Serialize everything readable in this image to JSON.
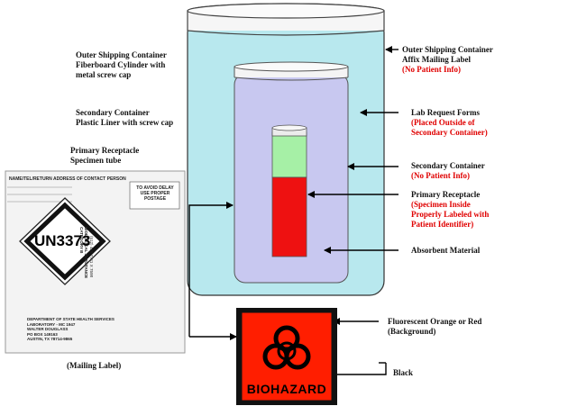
{
  "left_labels": {
    "outer_container": [
      "Outer Shipping Container",
      "Fiberboard Cylinder with",
      "metal screw cap"
    ],
    "secondary_container": [
      "Secondary Container",
      "Plastic Liner with screw cap"
    ],
    "primary_receptacle": [
      "Primary Receptacle",
      "Specimen tube"
    ]
  },
  "right_labels": {
    "outer_label": {
      "lines": [
        "Outer Shipping Container",
        "Affix Mailing Label"
      ],
      "note": "(No Patient Info)"
    },
    "lab_request": {
      "lines": [
        "Lab Request Forms"
      ],
      "note_lines": [
        "(Placed Outside of",
        "Secondary Container)"
      ]
    },
    "secondary": {
      "lines": [
        "Secondary Container"
      ],
      "note": "(No Patient Info)"
    },
    "primary": {
      "lines": [
        "Primary Receptacle"
      ],
      "note_lines": [
        "(Specimen Inside",
        "Properly Labeled with",
        "Patient Identifier)"
      ]
    },
    "absorbent": "Absorbent Material",
    "fluorescent": [
      "Fluorescent Orange or Red",
      "(Background)"
    ],
    "black": "Black"
  },
  "mailing_label": {
    "header": "NAME/TEL/RETURN ADDRESS OF CONTACT PERSON",
    "postage_box": [
      "TO AVOID DELAY",
      "USE PROPER",
      "POSTAGE"
    ],
    "side_text": [
      "BIOLOGICAL SUBSTANCE",
      "CATEGORY B"
    ],
    "un_number": "UN3373",
    "side_text_2": "(512) 458-7711 X 7598",
    "address_lines": [
      "DEPARTMENT OF STATE HEALTH SERVICES",
      "LABORATORY - MC 1947",
      "WALTER DOUGLASS",
      "PO BOX 149163",
      "AUSTIN, TX 78714-9865"
    ],
    "caption": "(Mailing Label)"
  },
  "biohazard": {
    "text": "BIOHAZARD"
  },
  "colors": {
    "outer_fill": "#b8e8ee",
    "secondary_fill": "#c8c8f0",
    "tube_green": "#a6f0a6",
    "tube_red": "#ee1111",
    "biohazard_red": "#ff1e00"
  }
}
